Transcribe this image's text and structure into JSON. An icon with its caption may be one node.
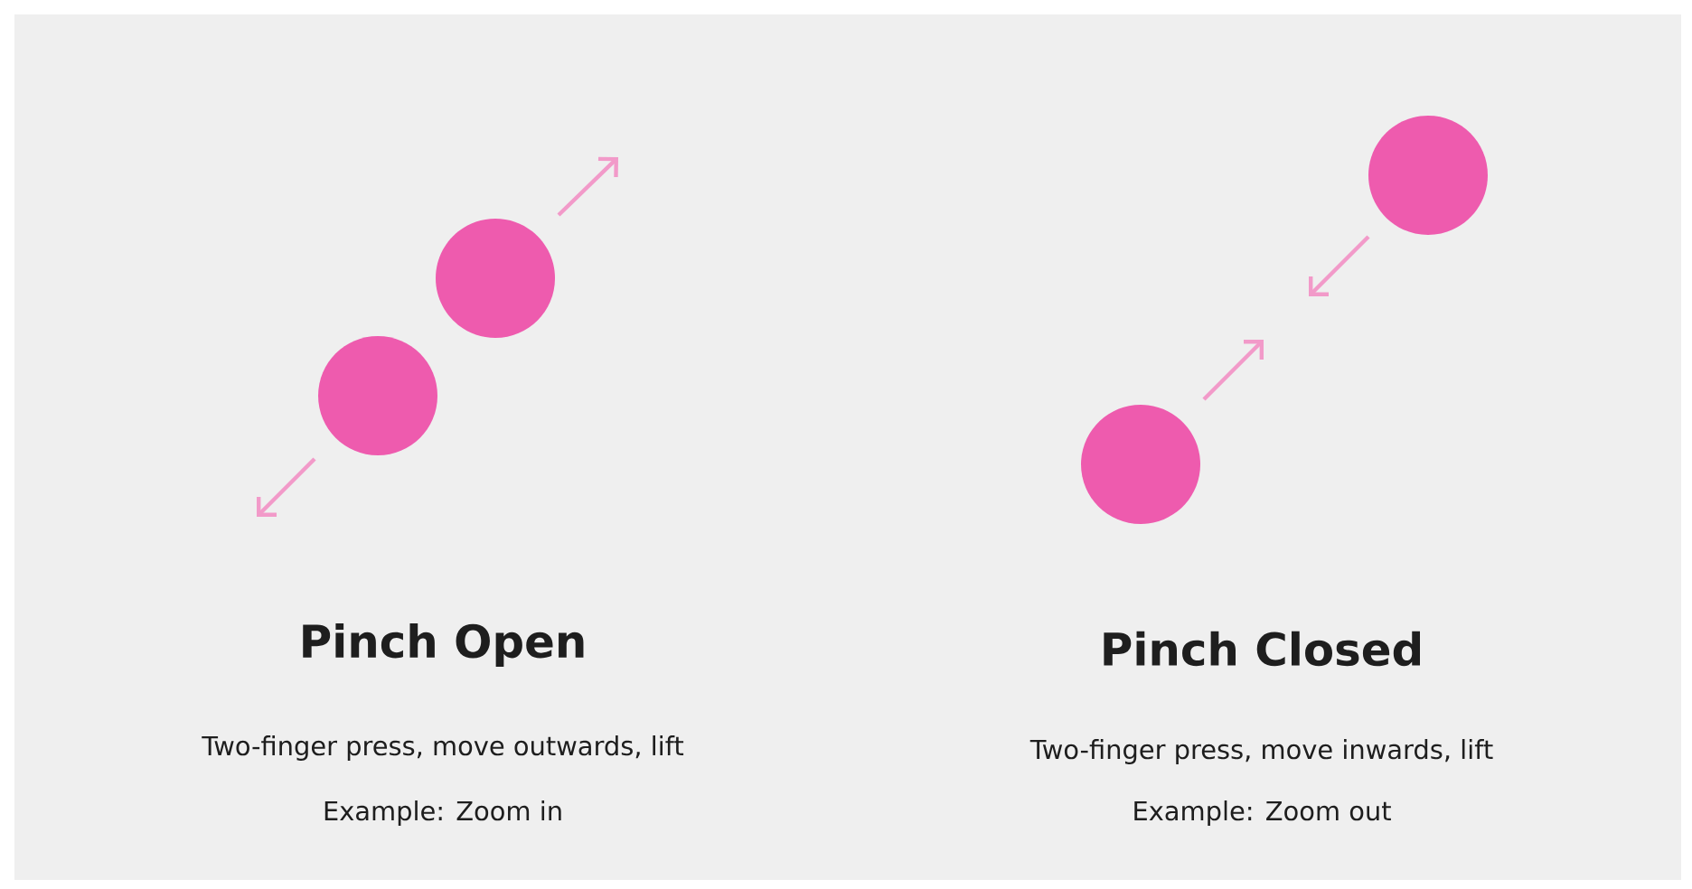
{
  "diagram": {
    "nodes": [
      {
        "text": [],
        "shape": "circle"
      },
      {
        "text": [],
        "shape": "circle"
      },
      {
        "text": [],
        "shape": "circle"
      },
      {
        "text": [],
        "shape": "circle"
      }
    ],
    "labels": [
      "Pinch Open",
      "Pinch Closed",
      "Two-finger press, move outwards, lift",
      "Two-finger press, move inwards, lift",
      "Example: Zoom in",
      "Example: Zoom out"
    ]
  }
}
